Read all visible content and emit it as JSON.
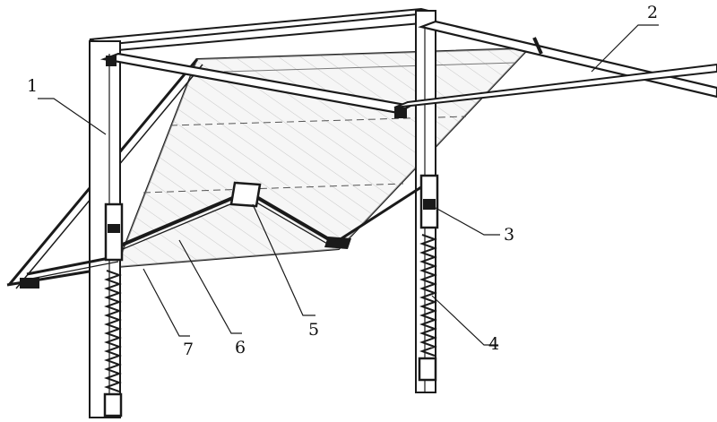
{
  "colors": {
    "ink": "#1a1a1a",
    "panel": "#ececec",
    "background": "#ffffff"
  },
  "callouts": [
    {
      "id": "1",
      "label": "1"
    },
    {
      "id": "2",
      "label": "2"
    },
    {
      "id": "3",
      "label": "3"
    },
    {
      "id": "4",
      "label": "4"
    },
    {
      "id": "5",
      "label": "5"
    },
    {
      "id": "6",
      "label": "6"
    },
    {
      "id": "7",
      "label": "7"
    }
  ]
}
